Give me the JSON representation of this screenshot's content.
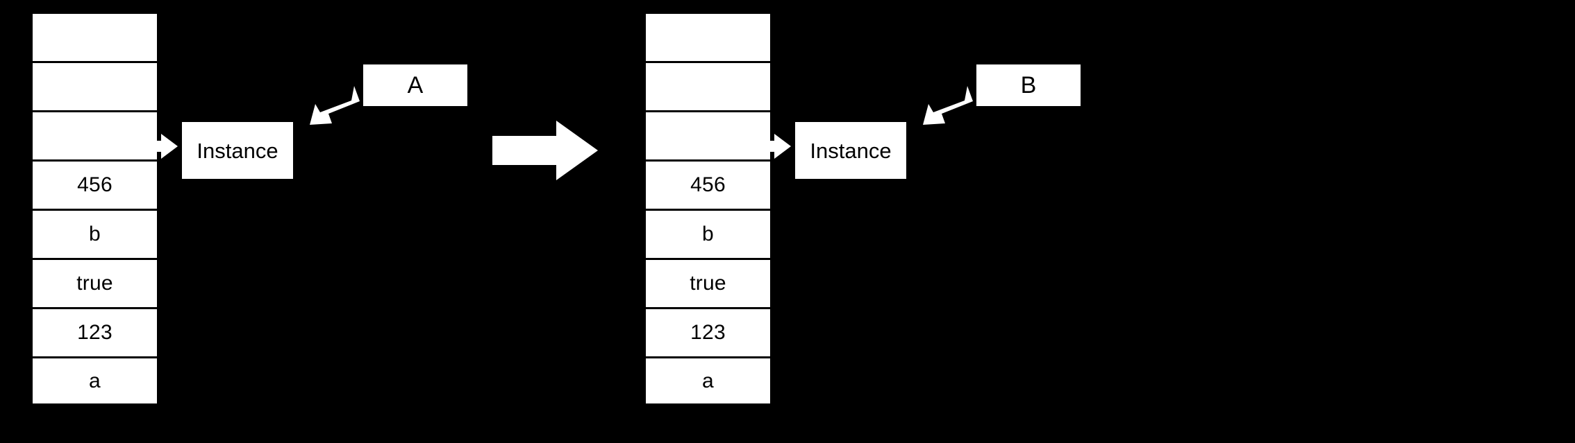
{
  "diagram": {
    "type": "stack-and-heap-reference-diagram",
    "background_color": "#000000",
    "shape_fill_color": "#ffffff",
    "text_color": "#000000",
    "groups": [
      {
        "id": "left",
        "stack": {
          "name": "stack-left",
          "cells": [
            {
              "value": ""
            },
            {
              "value": ""
            },
            {
              "value": ""
            },
            {
              "value": "456"
            },
            {
              "value": "b"
            },
            {
              "value": "true"
            },
            {
              "value": "123"
            },
            {
              "value": "a"
            }
          ]
        },
        "instance": {
          "label": "Instance"
        },
        "reference_label": {
          "label": "A"
        },
        "arrow_to_instance": {
          "icon": "arrow-right-icon",
          "direction": "right"
        },
        "arrow_from_label": {
          "icon": "arrow-down-left-icon",
          "direction": "down-left"
        }
      },
      {
        "id": "right",
        "stack": {
          "name": "stack-right",
          "cells": [
            {
              "value": ""
            },
            {
              "value": ""
            },
            {
              "value": ""
            },
            {
              "value": "456"
            },
            {
              "value": "b"
            },
            {
              "value": "true"
            },
            {
              "value": "123"
            },
            {
              "value": "a"
            }
          ]
        },
        "instance": {
          "label": "Instance"
        },
        "reference_label": {
          "label": "B"
        },
        "arrow_to_instance": {
          "icon": "arrow-right-icon",
          "direction": "right"
        },
        "arrow_from_label": {
          "icon": "arrow-down-left-icon",
          "direction": "down-left"
        }
      }
    ],
    "transition_arrow": {
      "icon": "arrow-right-large-icon",
      "direction": "right"
    }
  }
}
